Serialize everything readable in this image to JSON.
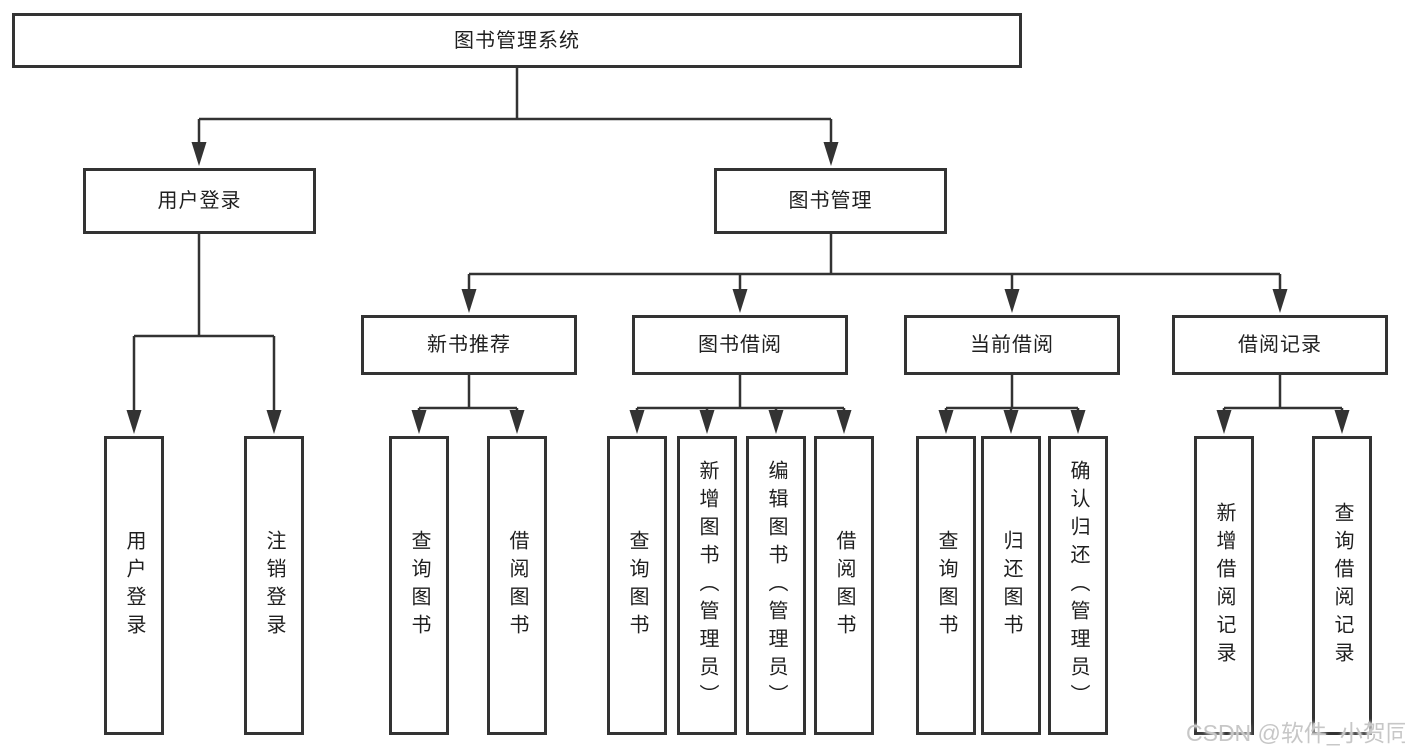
{
  "tree": {
    "root": {
      "label": "图书管理系统"
    },
    "branches": [
      {
        "label": "用户登录",
        "children": [
          {
            "label": "用户登录"
          },
          {
            "label": "注销登录"
          }
        ]
      },
      {
        "label": "图书管理",
        "children": [
          {
            "label": "新书推荐",
            "children": [
              {
                "label": "查询图书"
              },
              {
                "label": "借阅图书"
              }
            ]
          },
          {
            "label": "图书借阅",
            "children": [
              {
                "label": "查询图书"
              },
              {
                "label": "新增图书（管理员）"
              },
              {
                "label": "编辑图书（管理员）"
              },
              {
                "label": "借阅图书"
              }
            ]
          },
          {
            "label": "当前借阅",
            "children": [
              {
                "label": "查询图书"
              },
              {
                "label": "归还图书"
              },
              {
                "label": "确认归还（管理员）"
              }
            ]
          },
          {
            "label": "借阅记录",
            "children": [
              {
                "label": "新增借阅记录"
              },
              {
                "label": "查询借阅记录"
              }
            ]
          }
        ]
      }
    ]
  },
  "watermark": "CSDN @软件_小贺同学",
  "colors": {
    "line": "#333333",
    "box_border": "#333333",
    "text": "#1f1f1f",
    "watermark": "#c7c7c7",
    "background": "#ffffff"
  }
}
